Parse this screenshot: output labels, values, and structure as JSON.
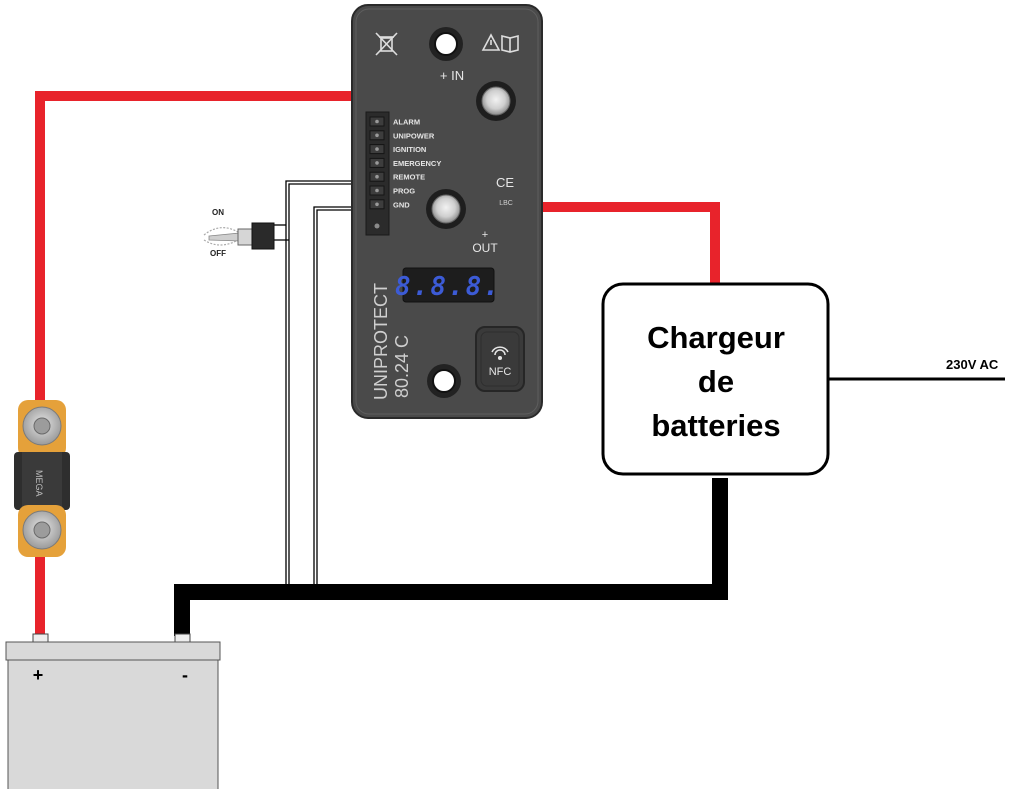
{
  "device": {
    "model": "UNIPROTECT",
    "variant": "80.24 C",
    "terminal_in": "+ IN",
    "terminal_out_sign": "+",
    "terminal_out": "OUT",
    "terminal_out_small": "LBC",
    "ce_mark": "CE",
    "display": "8.8.8.",
    "nfc": "NFC",
    "connector_pins": [
      "ALARM",
      "UNIPOWER",
      "IGNITION",
      "EMERGENCY",
      "REMOTE",
      "PROG",
      "GND"
    ],
    "icons": [
      "crossed-bin-icon",
      "warning-manual-icon",
      "nfc-wave-icon"
    ]
  },
  "switch": {
    "on": "ON",
    "off": "OFF"
  },
  "fuse": {
    "label": "MEGA"
  },
  "battery": {
    "plus": "+",
    "minus": "-"
  },
  "charger": {
    "line1": "Chargeur",
    "line2": "de",
    "line3": "batteries"
  },
  "mains": {
    "label": "230V AC"
  },
  "colors": {
    "positive_cable": "#e8232b",
    "negative_cable": "#000000",
    "device_body": "#4a4a4a",
    "display_digits": "#3c5bd6",
    "fuse_nut": "#e5a13a",
    "battery_body": "#d9d9d9"
  }
}
